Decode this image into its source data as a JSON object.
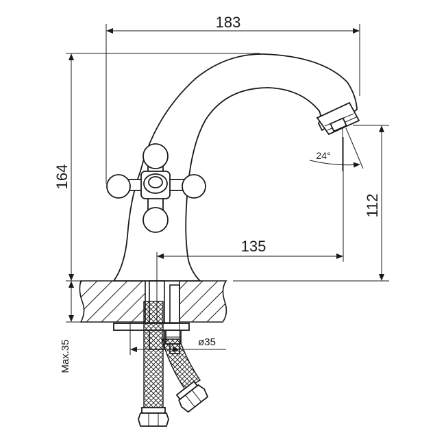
{
  "drawing": {
    "type": "faucet technical drawing",
    "ink_color": "#1a1a1a",
    "background": "#ffffff"
  },
  "dimensions": {
    "width_total": "183",
    "height_total": "164",
    "spout_height": "112",
    "spout_reach": "135",
    "spout_angle": "24°",
    "hole_diameter": "ø35",
    "max_thickness": "Max.35"
  }
}
